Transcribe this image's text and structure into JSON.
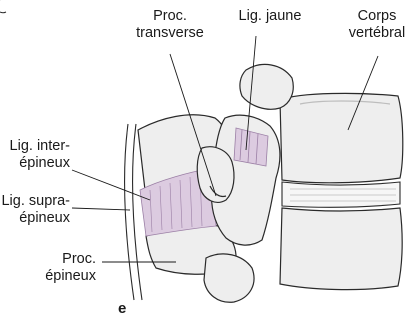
{
  "labels": {
    "proc_transverse": [
      "Proc.",
      "transverse"
    ],
    "lig_jaune": [
      "Lig. jaune"
    ],
    "corps_vertebral": [
      "Corps",
      "vertébral"
    ],
    "lig_interepineux": [
      "Lig. inter-",
      "épineux"
    ],
    "lig_supraepineux": [
      "Lig. supra-",
      "épineux"
    ],
    "proc_epineux": [
      "Proc.",
      "épineux"
    ]
  },
  "panel_letter": "e",
  "colors": {
    "bone": "#eeeeee",
    "bone_shadow": "#cfcfcf",
    "outline": "#2a2a2a",
    "ligament": "#dccbe0",
    "ligament_stroke": "#9b7fa5",
    "leader": "#1a1a1a"
  }
}
